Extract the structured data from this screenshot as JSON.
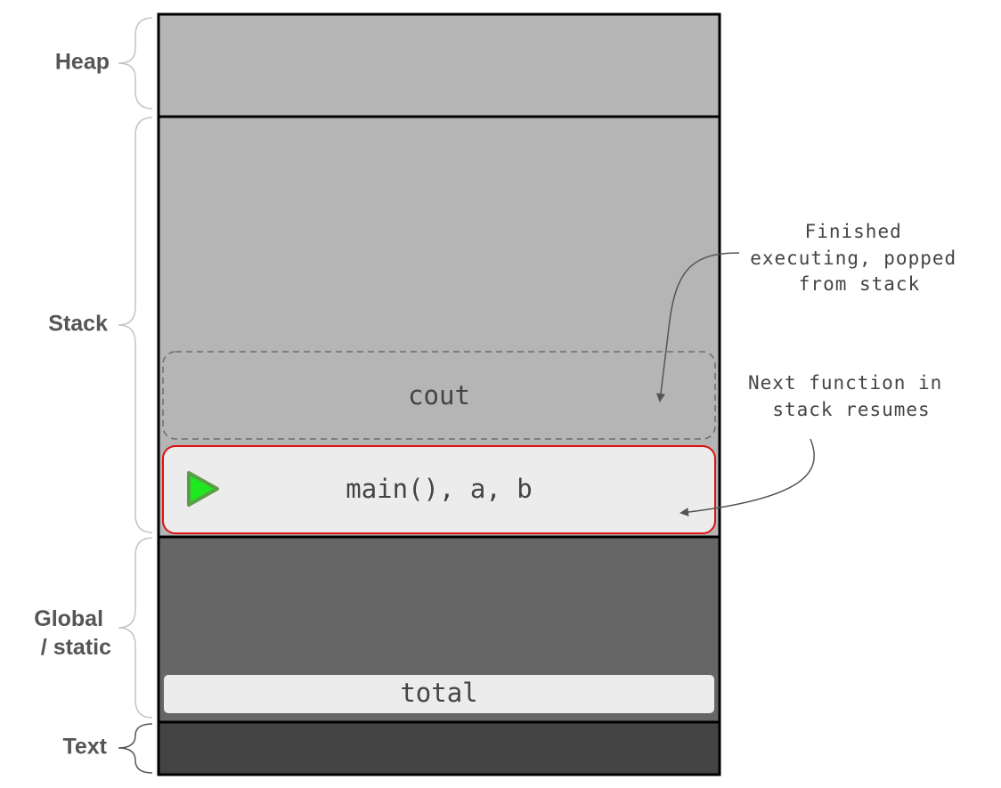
{
  "regions": {
    "heap": {
      "label": "Heap",
      "color": "#b5b5b5"
    },
    "stack": {
      "label": "Stack",
      "color": "#b5b5b5"
    },
    "global": {
      "label_line1": "Global",
      "label_line2": "/ static",
      "color": "#666666"
    },
    "text": {
      "label": "Text",
      "color": "#444444"
    }
  },
  "frames": {
    "popped": {
      "label": "cout"
    },
    "active": {
      "label": "main(), a, b"
    },
    "global_var": {
      "label": "total"
    }
  },
  "annotations": {
    "popped_note": [
      "Finished",
      "executing, popped",
      "from stack"
    ],
    "resume_note": [
      "Next function in",
      "stack resumes"
    ]
  },
  "colors": {
    "active_border": "#dd1111",
    "frame_fill": "#ececec",
    "play_icon_fill": "#1ee81e",
    "play_icon_stroke": "#5a9e48",
    "brace": "#c4c4c4",
    "arrow": "#555555"
  },
  "icons": {
    "resume": "play-icon"
  }
}
